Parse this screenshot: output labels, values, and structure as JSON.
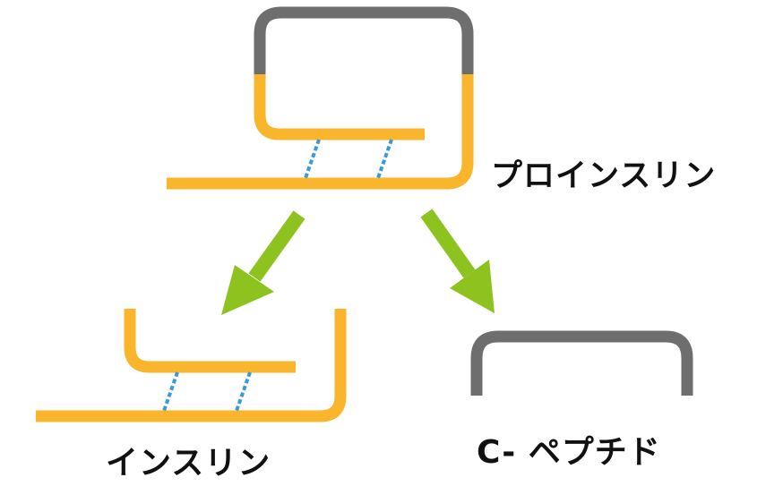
{
  "labels": {
    "proinsulin": "プロインスリン",
    "insulin": "インスリン",
    "c_peptide": "C- ペプチド"
  },
  "colors": {
    "chain_orange": "#F9B52C",
    "c_peptide_gray": "#6E6E6E",
    "disulfide_blue": "#3A9AD9",
    "arrow_green": "#8DC21F",
    "text": "#111111"
  }
}
